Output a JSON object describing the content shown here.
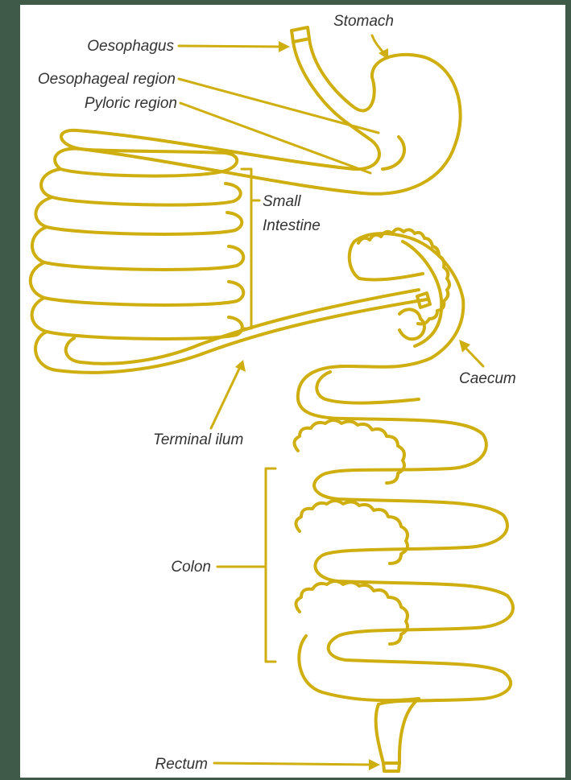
{
  "diagram": {
    "labels": {
      "oesophagus": "Oesophagus",
      "stomach": "Stomach",
      "oesophageal_region": "Oesophageal region",
      "pyloric_region": "Pyloric region",
      "small_intestine_line1": "Small",
      "small_intestine_line2": "Intestine",
      "caecum": "Caecum",
      "terminal_ileum": "Terminal ilum",
      "colon": "Colon",
      "rectum": "Rectum"
    },
    "colors": {
      "organ_outline": "#cfae10",
      "label_text": "#333333",
      "page_background": "#ffffff",
      "border_background": "#3f5a48"
    }
  }
}
